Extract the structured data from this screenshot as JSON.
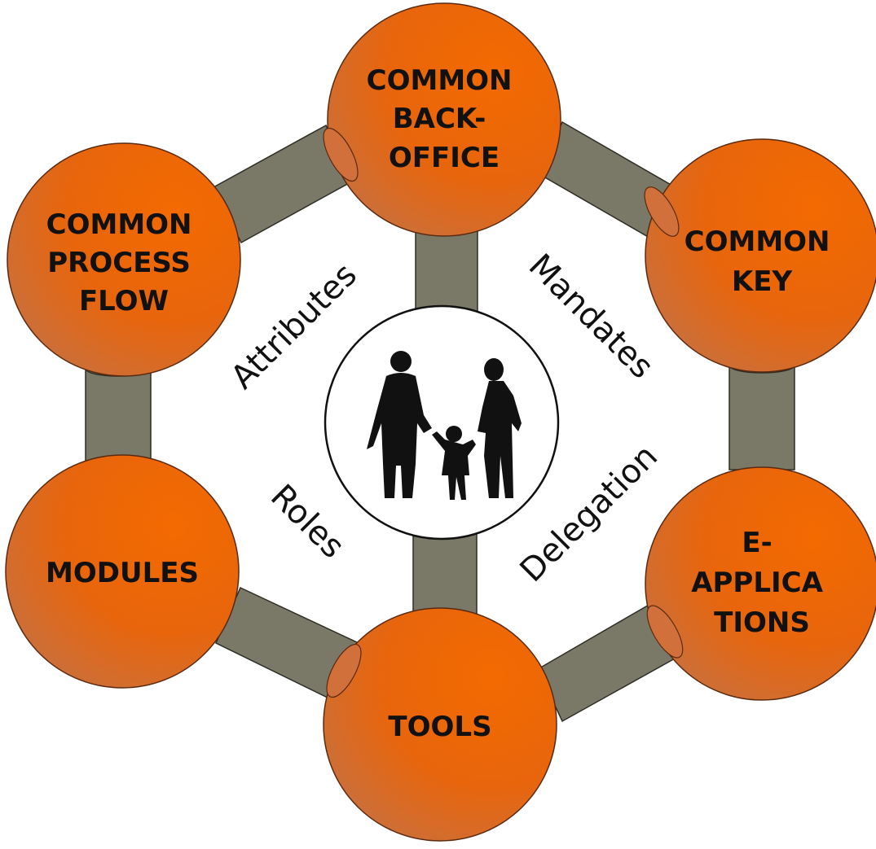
{
  "colors": {
    "node_fill": "#ee6a10",
    "node_shade": "#c96a3c",
    "node_stroke": "#5a2a10",
    "connector_fill": "#7a7866",
    "connector_stroke": "#2d2d24",
    "center_fill": "#ffffff",
    "silhouette": "#111111"
  },
  "center": {
    "icon": "family-silhouette-icon"
  },
  "nodes": [
    {
      "id": "back-office",
      "lines": [
        "COMMON",
        "BACK-",
        "OFFICE"
      ]
    },
    {
      "id": "key",
      "lines": [
        "COMMON",
        "KEY"
      ]
    },
    {
      "id": "e-applications",
      "lines": [
        "E-",
        "APPLICA",
        "TIONS"
      ]
    },
    {
      "id": "tools",
      "lines": [
        "TOOLS"
      ]
    },
    {
      "id": "modules",
      "lines": [
        "MODULES"
      ]
    },
    {
      "id": "process-flow",
      "lines": [
        "COMMON",
        "PROCESS",
        "FLOW"
      ]
    }
  ],
  "relations": {
    "attributes": "Attributes",
    "mandates": "Mandates",
    "roles": "Roles",
    "delegation": "Delegation"
  }
}
